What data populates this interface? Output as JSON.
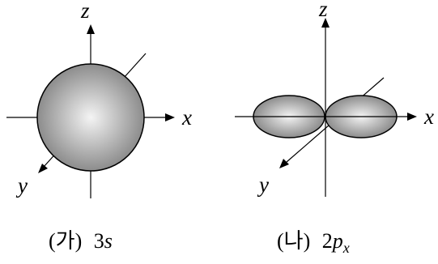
{
  "panels": [
    {
      "orbital": "3s",
      "shape": "sphere",
      "axes": {
        "x": "x",
        "y": "y",
        "z": "z"
      },
      "caption": {
        "prefix": "(가)",
        "number": "3",
        "letter": "s",
        "subscript": ""
      }
    },
    {
      "orbital": "2px",
      "shape": "dumbbell",
      "axes": {
        "x": "x",
        "y": "y",
        "z": "z"
      },
      "caption": {
        "prefix": "(나)",
        "number": "2",
        "letter": "p",
        "subscript": "x"
      }
    }
  ],
  "colors": {
    "lines": "#000000",
    "orbital_light": "#f4f4f4",
    "orbital_dark": "#8c8c8c"
  }
}
